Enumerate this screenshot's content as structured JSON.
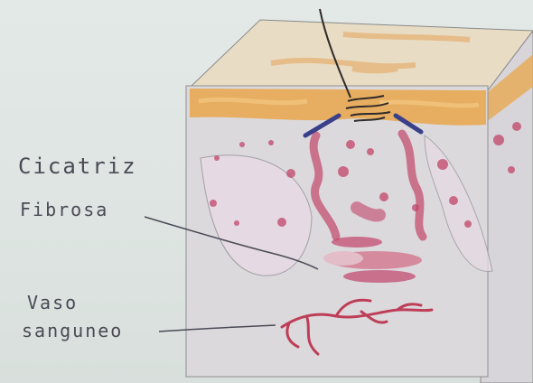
{
  "labels": {
    "scar_line1": "Cicatriz",
    "scar_line2": "Fibrosa",
    "vessel_line1": "Vaso",
    "vessel_line2": "sanguneo"
  },
  "colors": {
    "paper": "#dfe6e3",
    "epidermis": "#e9a54a",
    "dermis": "#dcd7dd",
    "cell_spots": "#c2456a",
    "blood_vessel": "#b8233f",
    "pencil": "#4a4a55"
  }
}
